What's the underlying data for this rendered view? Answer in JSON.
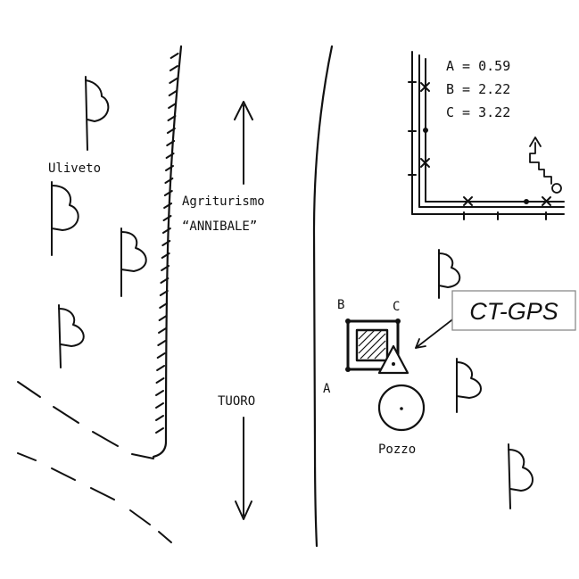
{
  "labels": {
    "olive_grove": "Uliveto",
    "farm_line1": "Agriturismo",
    "farm_line2": "“ANNIBALE”",
    "town": "TUORO",
    "well": "Pozzo",
    "corner_a": "A",
    "corner_b": "B",
    "corner_c": "C",
    "station": "CT-GPS"
  },
  "legend": {
    "rows": [
      "A = 0.59",
      "B = 2.22",
      "C = 3.22"
    ]
  },
  "icons": [
    "olive-tree-icon",
    "arrow-up-icon",
    "arrow-down-icon",
    "well-icon",
    "gps-antenna-icon",
    "north-arrow-icon"
  ]
}
